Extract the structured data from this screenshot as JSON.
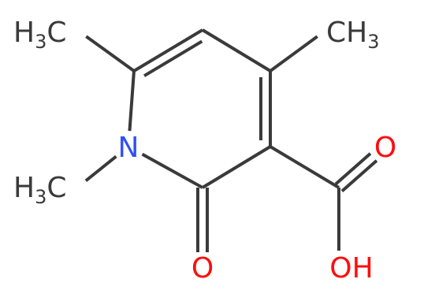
{
  "molecule": {
    "atoms": [
      {
        "id": "N1",
        "element": "N",
        "label": "N",
        "color": "#3050f8"
      },
      {
        "id": "C2",
        "element": "C"
      },
      {
        "id": "C3",
        "element": "C"
      },
      {
        "id": "C4",
        "element": "C"
      },
      {
        "id": "C5",
        "element": "C"
      },
      {
        "id": "C6",
        "element": "C"
      },
      {
        "id": "O2",
        "element": "O",
        "label": "O",
        "color": "#ff0d0d"
      },
      {
        "id": "Cc",
        "element": "C"
      },
      {
        "id": "Oc",
        "element": "O",
        "label": "O",
        "color": "#ff0d0d"
      },
      {
        "id": "Oh",
        "element": "O",
        "label": "OH",
        "color": "#ff0d0d"
      },
      {
        "id": "Me4",
        "element": "C",
        "label_main": "CH",
        "label_sub": "3",
        "color": "#3a3a3a"
      },
      {
        "id": "Me6",
        "element": "C",
        "label_main": "H",
        "label_sub": "3",
        "label_tail": "C",
        "color": "#3a3a3a"
      },
      {
        "id": "MeN",
        "element": "C",
        "label_main": "H",
        "label_sub": "3",
        "label_tail": "C",
        "color": "#3a3a3a"
      }
    ],
    "bonds": [
      {
        "from": "N1",
        "to": "C2",
        "order": 1
      },
      {
        "from": "C2",
        "to": "C3",
        "order": 1
      },
      {
        "from": "C3",
        "to": "C4",
        "order": 2
      },
      {
        "from": "C4",
        "to": "C5",
        "order": 1
      },
      {
        "from": "C5",
        "to": "C6",
        "order": 2
      },
      {
        "from": "C6",
        "to": "N1",
        "order": 1
      },
      {
        "from": "C2",
        "to": "O2",
        "order": 2
      },
      {
        "from": "C3",
        "to": "Cc",
        "order": 1
      },
      {
        "from": "Cc",
        "to": "Oc",
        "order": 2
      },
      {
        "from": "Cc",
        "to": "Oh",
        "order": 1
      },
      {
        "from": "C4",
        "to": "Me4",
        "order": 1
      },
      {
        "from": "C6",
        "to": "Me6",
        "order": 1
      },
      {
        "from": "N1",
        "to": "MeN",
        "order": 1
      }
    ],
    "bond_color": "#3a3a3a"
  }
}
